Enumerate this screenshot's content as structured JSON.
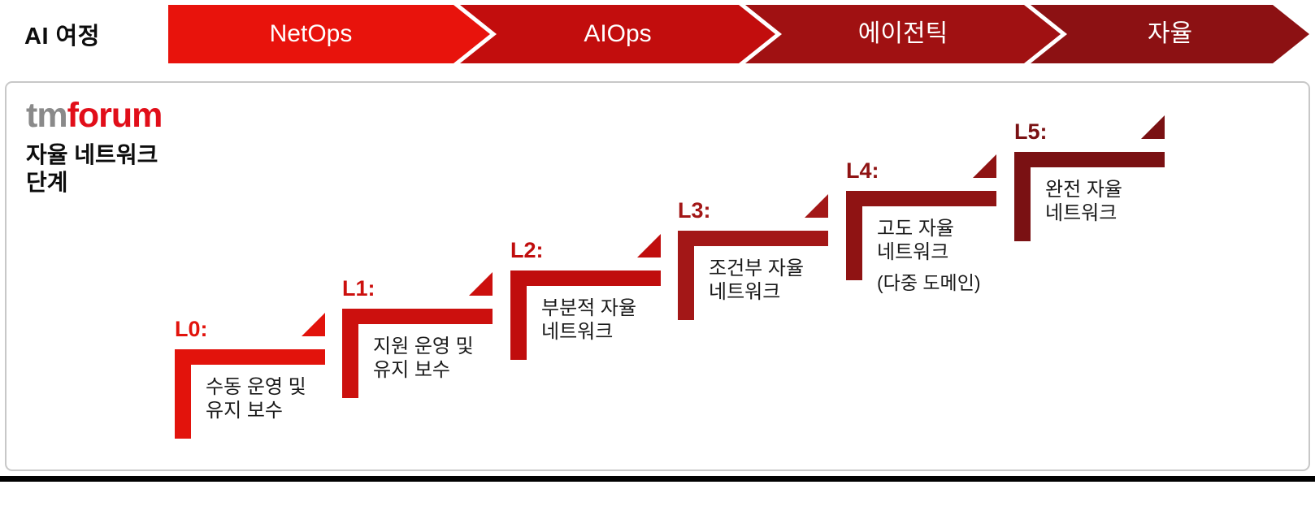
{
  "journey": {
    "label": "AI 여정",
    "stages": [
      {
        "label": "NetOps",
        "color": "#E8130C"
      },
      {
        "label": "AIOps",
        "color": "#C20D0D"
      },
      {
        "label": "에이전틱",
        "color": "#A01112"
      },
      {
        "label": "자율",
        "color": "#8C1113"
      }
    ]
  },
  "panel": {
    "logo": {
      "tm": "tm",
      "forum": "forum",
      "tm_color": "#8A8A8A",
      "forum_color": "#E10E19"
    },
    "title_line1": "자율 네트워크",
    "title_line2": "단계",
    "levels": [
      {
        "label": "L0:",
        "line1": "수동 운영 및",
        "line2": "유지 보수",
        "note": "",
        "color": "#E2130C"
      },
      {
        "label": "L1:",
        "line1": "지원 운영 및",
        "line2": "유지 보수",
        "note": "",
        "color": "#CC100E"
      },
      {
        "label": "L2:",
        "line1": "부분적 자율",
        "line2": "네트워크",
        "note": "",
        "color": "#C00D0D"
      },
      {
        "label": "L3:",
        "line1": "조건부 자율",
        "line2": "네트워크",
        "note": "",
        "color": "#A31717"
      },
      {
        "label": "L4:",
        "line1": "고도 자율",
        "line2": "네트워크",
        "note": "(다중 도메인)",
        "color": "#8F1313"
      },
      {
        "label": "L5:",
        "line1": "완전 자율",
        "line2": "네트워크",
        "note": "",
        "color": "#7A1113"
      }
    ]
  }
}
